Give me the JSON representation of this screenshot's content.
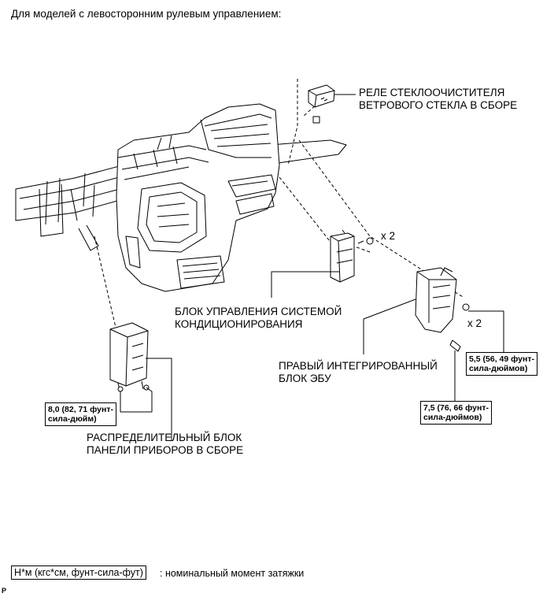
{
  "heading": "Для моделей с левосторонним рулевым управлением:",
  "labels": {
    "wiper_relay": [
      "РЕЛЕ СТЕКЛООЧИСТИТЕЛЯ",
      "ВЕТРОВОГО СТЕКЛА В СБОРЕ"
    ],
    "ac_block": [
      "БЛОК УПРАВЛЕНИЯ СИСТЕМОЙ",
      "КОНДИЦИОНИРОВАНИЯ"
    ],
    "ecu_block": [
      "ПРАВЫЙ ИНТЕГРИРОВАННЫЙ",
      "БЛОК ЭБУ"
    ],
    "dist_block": [
      "РАСПРЕДЕЛИТЕЛЬНЫЙ БЛОК",
      "ПАНЕЛИ ПРИБОРОВ В СБОРЕ"
    ]
  },
  "multipliers": {
    "ac_screws": "x 2",
    "ecu_nuts": "x 2"
  },
  "torques": {
    "dist": [
      "8,0 (82, 71 фунт-",
      "сила-дюйм)"
    ],
    "ecu_nut": [
      "5,5 (56, 49 фунт-",
      "сила-дюймов)"
    ],
    "ecu_bolt": [
      "7,5 (76, 66 фунт-",
      "сила-дюймов)"
    ]
  },
  "legend": {
    "box_text": "Н*м (кгс*см, фунт-сила-фут)",
    "description": ": номинальный момент затяжки"
  },
  "corner_mark": "P"
}
